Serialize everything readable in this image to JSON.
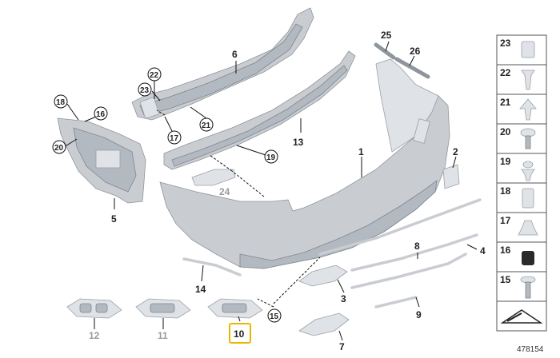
{
  "callouts": {
    "p1": "1",
    "p2": "2",
    "p3": "3",
    "p4": "4",
    "p5": "5",
    "p6": "6",
    "p7": "7",
    "p8": "8",
    "p9": "9",
    "p10": "10",
    "p11": "11",
    "p12": "12",
    "p13": "13",
    "p14": "14",
    "p15": "15",
    "p17": "17",
    "p18": "18",
    "p19": "19",
    "p20": "20",
    "p21": "21",
    "p22": "22",
    "p23": "23",
    "p24": "24",
    "p25": "25",
    "p26": "26",
    "p16": "16"
  },
  "legend": [
    "23",
    "22",
    "21",
    "20",
    "19",
    "18",
    "17",
    "16",
    "15"
  ],
  "document_number": "478154",
  "highlight_color": "#e6b800"
}
